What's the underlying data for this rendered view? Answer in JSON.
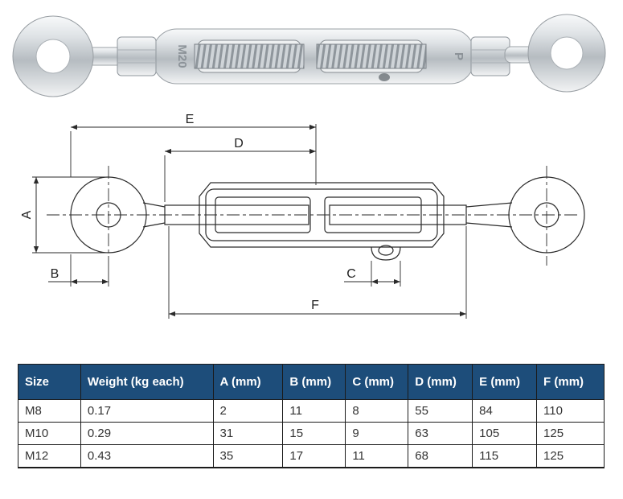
{
  "photo": {
    "stamp_left": "M20",
    "stamp_right": "P"
  },
  "diagram": {
    "labels": {
      "A": "A",
      "B": "B",
      "C": "C",
      "D": "D",
      "E": "E",
      "F": "F"
    }
  },
  "table": {
    "headers": [
      "Size",
      "Weight (kg each)",
      "A (mm)",
      "B (mm)",
      "C (mm)",
      "D (mm)",
      "E (mm)",
      "F (mm)"
    ],
    "rows": [
      [
        "M8",
        "0.17",
        "2",
        "11",
        "8",
        "55",
        "84",
        "110"
      ],
      [
        "M10",
        "0.29",
        "31",
        "15",
        "9",
        "63",
        "105",
        "125"
      ],
      [
        "M12",
        "0.43",
        "35",
        "17",
        "11",
        "68",
        "115",
        "125"
      ]
    ]
  },
  "colors": {
    "header_bg": "#1d4d7a",
    "header_text": "#ffffff",
    "border": "#1b1b1b",
    "line": "#2a2a2a"
  }
}
